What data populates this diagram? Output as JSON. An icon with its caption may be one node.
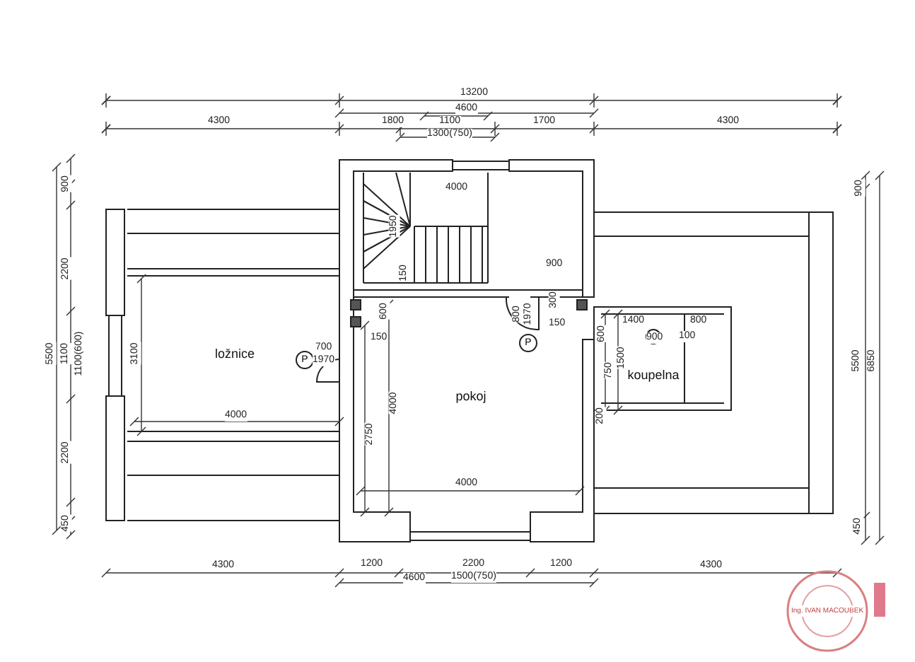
{
  "diagram": {
    "nodes": [
      {
        "text": [
          "ložnice"
        ]
      },
      {
        "text": [
          "P"
        ],
        "in": 0
      },
      {
        "text": [
          "pokoj"
        ]
      },
      {
        "text": [
          "P"
        ],
        "in": 2
      },
      {
        "text": [
          "koupelna"
        ]
      }
    ],
    "edges": [],
    "labels": [
      "13200",
      "4600",
      "4300",
      "1800",
      "1100",
      "1700",
      "4300",
      "1300(750)",
      "900",
      "2200",
      "5500",
      "1100",
      "1100(600)",
      "2200",
      "450",
      "900",
      "5500",
      "6850",
      "450",
      "4000",
      "1950",
      "150",
      "900",
      "600",
      "800",
      "1970",
      "300",
      "150",
      "150",
      "700",
      "1970",
      "3100",
      "4000",
      "4000",
      "2750",
      "4000",
      "600",
      "1400",
      "900",
      "800",
      "100",
      "750",
      "1500",
      "200",
      "4300",
      "1200",
      "2200",
      "1200",
      "4300",
      "4600",
      "1500(750)",
      "Ing. IVAN MACOUBEK"
    ]
  }
}
